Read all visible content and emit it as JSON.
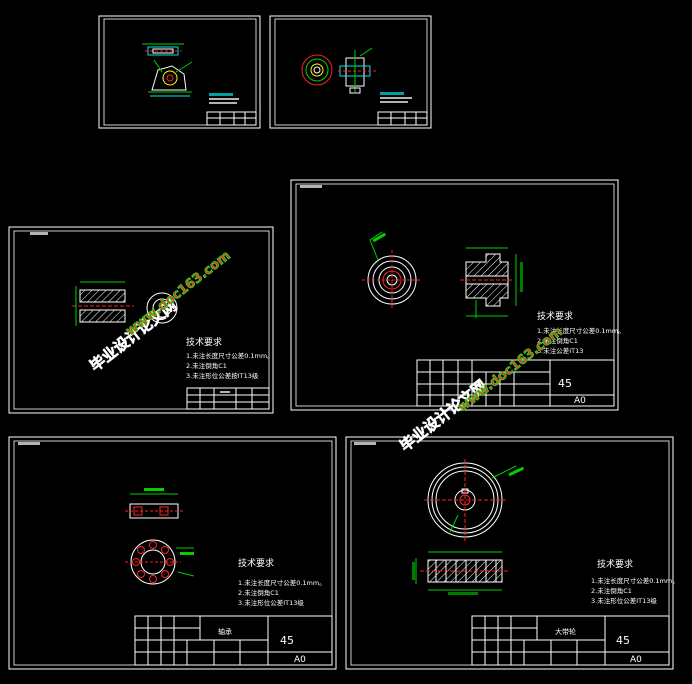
{
  "colors": {
    "frame": "#ffffff",
    "cyan": "#00e5e5",
    "green": "#00d000",
    "red": "#ff2020",
    "yellow": "#ffff00",
    "watermark_red": "#ff2a2a",
    "watermark_green": "#1fe01f"
  },
  "watermark": {
    "site_cn": "毕业设计论文网",
    "site_url": "www.doc163.com"
  },
  "sheets": {
    "s3": {
      "tech_title": "技术要求",
      "req1": "1.未注长度尺寸公差0.1mm。",
      "req2": "2.未注倒角C1",
      "req3": "3.未注形位公差按IT13级"
    },
    "s4": {
      "tech_title": "技术要求",
      "req1": "1.未注长度尺寸公差0.1mm。",
      "req2": "2.未注倒角C1",
      "req3": "3.未注公差IT13",
      "material": "45",
      "sheet_size": "A0"
    },
    "s5": {
      "tech_title": "技术要求",
      "req1": "1.未注长度尺寸公差0.1mm。",
      "req2": "2.未注倒角C1",
      "req3": "3.未注形位公差IT13级",
      "part_name": "轴承",
      "material": "45",
      "sheet_size": "A0"
    },
    "s6": {
      "tech_title": "技术要求",
      "req1": "1.未注长度尺寸公差0.1mm。",
      "req2": "2.未注倒角C1",
      "req3": "3.未注形位公差IT13级",
      "part_name": "大带轮",
      "material": "45",
      "sheet_size": "A0"
    }
  }
}
